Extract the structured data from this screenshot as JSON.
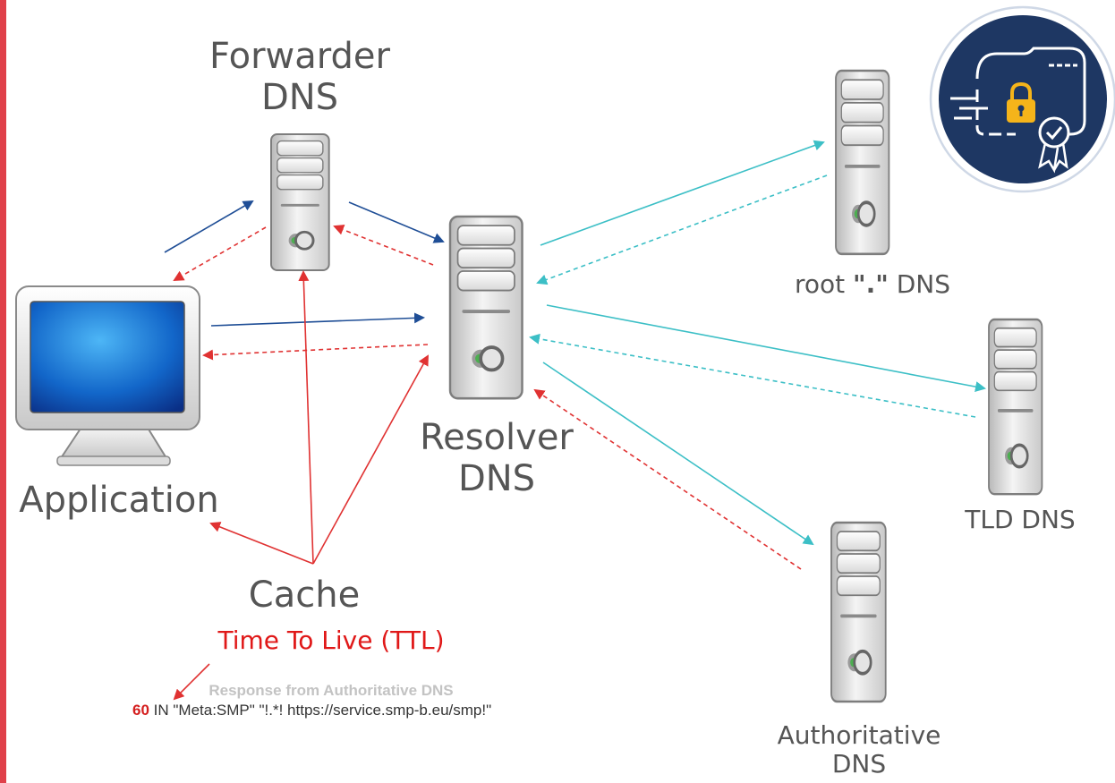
{
  "nodes": {
    "forwarder": {
      "line1": "Forwarder",
      "line2": "DNS"
    },
    "application": {
      "label": "Application"
    },
    "resolver": {
      "line1": "Resolver",
      "line2": "DNS"
    },
    "root": {
      "prefix": "root ",
      "quoted": "\".\"",
      "suffix": " DNS"
    },
    "tld": {
      "label": "TLD DNS"
    },
    "authoritative": {
      "line1": "Authoritative",
      "line2": "DNS"
    }
  },
  "cache": {
    "title": "Cache",
    "ttl": "Time To Live (TTL)",
    "response_title": "Response from Authoritative DNS",
    "ttl_value": "60",
    "record": " IN  \"Meta:SMP\" \"!.*! https://service.smp-b.eu/smp!\""
  },
  "colors": {
    "query_to_forwarder": "#1f4e96",
    "response_dashed": "#e03232",
    "resolver_to_servers": "#3cbfc6",
    "cache_arrows": "#e03232",
    "accent_bar": "#e0404a",
    "badge": "#1e3763"
  },
  "icons": [
    "server-icon",
    "monitor-icon",
    "secure-folder-badge-icon",
    "padlock-icon",
    "certificate-seal-icon"
  ]
}
